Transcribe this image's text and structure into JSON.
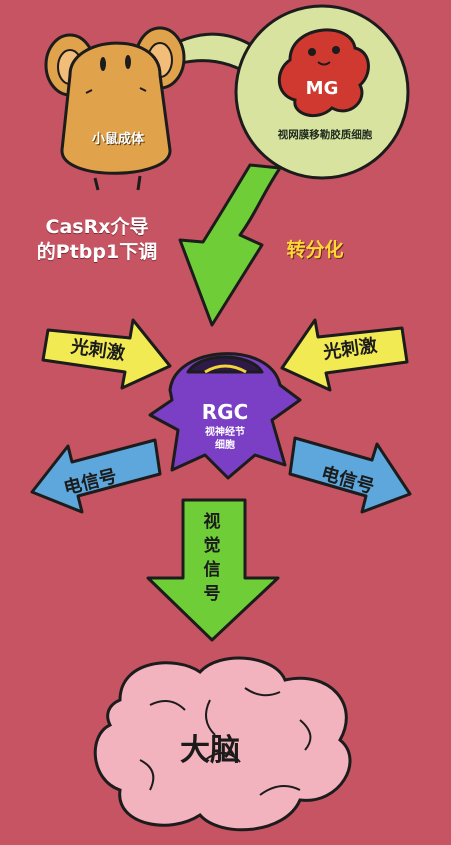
{
  "labels": {
    "mouse": "小鼠成体",
    "mg_cell": "MG",
    "mg_caption": "视网膜移勒胶质细胞",
    "casrx": "CasRx介导\n的Ptbp1下调",
    "transdiff": "转分化",
    "light_left": "光刺激",
    "light_right": "光刺激",
    "rgc": "RGC",
    "rgc_caption": "视神经节\n细胞",
    "elec_left": "电信号",
    "elec_right": "电信号",
    "visual_signal": "视觉信号",
    "brain": "大脑"
  },
  "colors": {
    "background": "#c65462",
    "mouse_body": "#e0a24a",
    "mg_bubble": "#d9e3a0",
    "mg_cell": "#d0392f",
    "green_arrow": "#6fce38",
    "yellow_arrow": "#f2ea52",
    "blue_arrow": "#5da7dc",
    "rgc_cell": "#7a3fc4",
    "brain": "#f3b3be",
    "yellow_text": "#ffd833"
  }
}
